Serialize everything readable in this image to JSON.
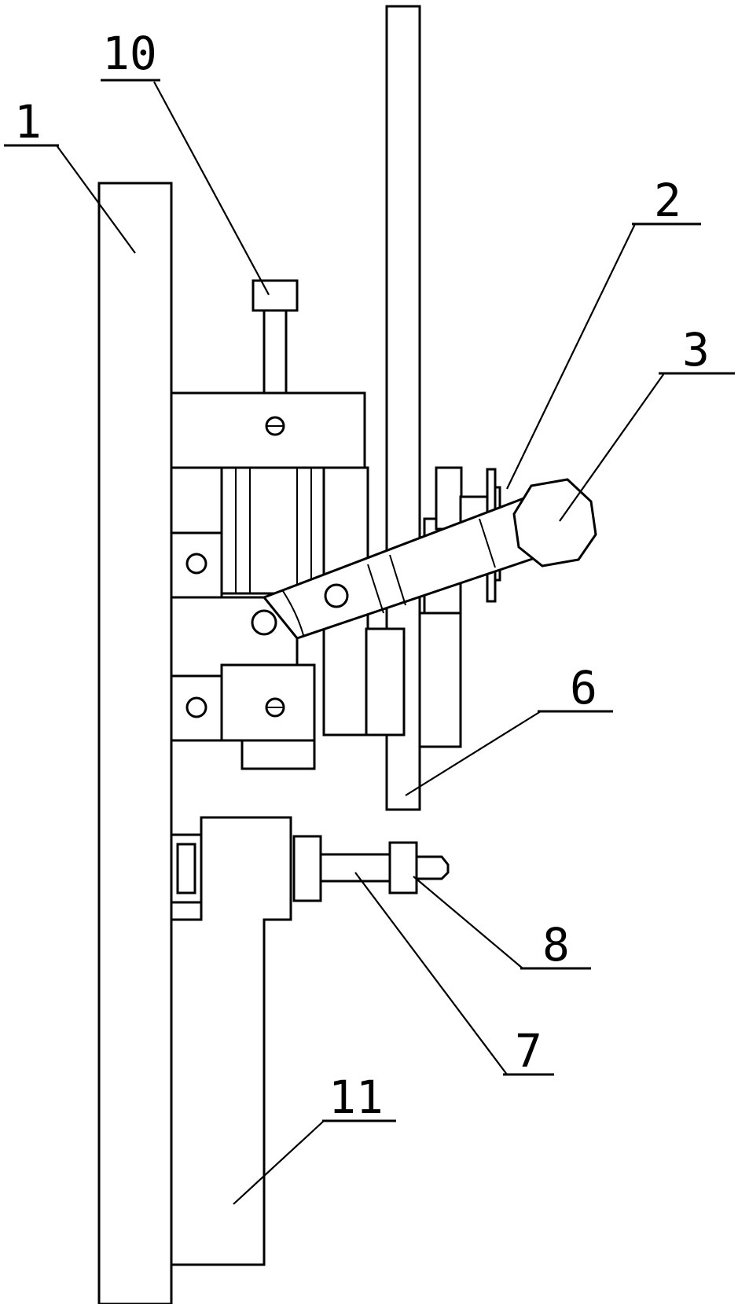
{
  "callouts": [
    {
      "id": "1",
      "text": "1"
    },
    {
      "id": "10",
      "text": "10"
    },
    {
      "id": "2",
      "text": "2"
    },
    {
      "id": "3",
      "text": "3"
    },
    {
      "id": "6",
      "text": "6"
    },
    {
      "id": "8",
      "text": "8"
    },
    {
      "id": "7",
      "text": "7"
    },
    {
      "id": "11",
      "text": "11"
    }
  ]
}
